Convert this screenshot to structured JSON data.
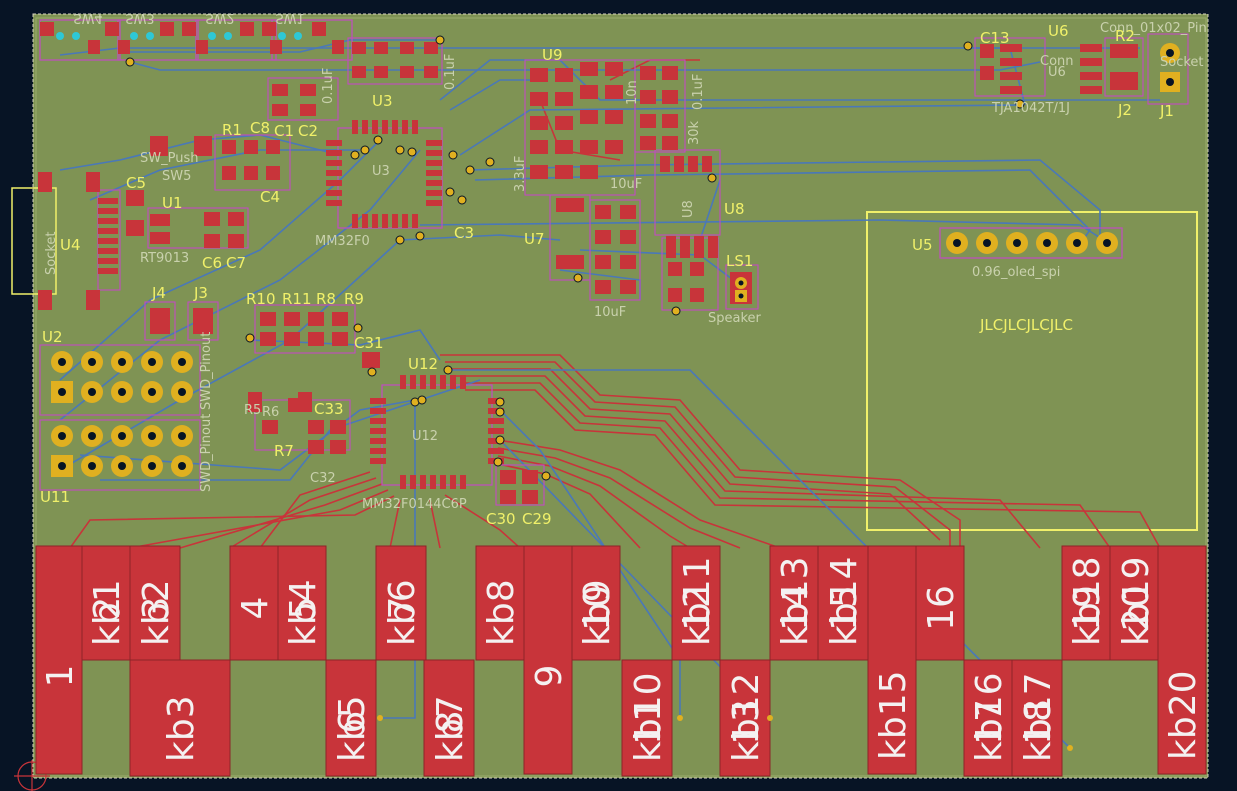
{
  "palette": {
    "background": "#071425",
    "board": "#7f9354",
    "copper_top": "#c8343a",
    "copper_top_dark": "#a82d31",
    "trace_bottom": "#4a78b8",
    "silkscreen_ref": "#f0f06a",
    "silkscreen_val": "#c9d1ad",
    "courtyard": "#c24bc2",
    "pad_ring": "#e0b020",
    "key_text": "#f4f1f1"
  },
  "headers": {
    "sw4": "SW4",
    "sw3": "SW3",
    "sw2": "SW2",
    "sw1": "SW1",
    "conn": "Conn_01x02_Pin"
  },
  "references": {
    "c13": "C13",
    "u6": "U6",
    "r2": "R2",
    "j2": "J2",
    "j1": "J1",
    "u9": "U9",
    "u3_top": "U3",
    "u3_body": "U3",
    "r1": "R1",
    "c8": "C8",
    "c1": "C1",
    "c2": "C2",
    "c4": "C4",
    "c5": "C5",
    "u1": "U1",
    "c6": "C6",
    "c7": "C7",
    "u4": "U4",
    "c3": "C3",
    "u7": "U7",
    "u8_ref": "U8",
    "u8_body": "U8",
    "ls1": "LS1",
    "u5": "U5",
    "j4": "J4",
    "j3": "J3",
    "r10": "R10",
    "r11": "R11",
    "r8": "R8",
    "r9": "R9",
    "c31": "C31",
    "u12_top": "U12",
    "u12_body": "U12",
    "u2": "U2",
    "c33": "C33",
    "r7": "R7",
    "c32": "C32",
    "c30": "C30",
    "c29": "C29",
    "u11": "U11",
    "r5": "R5",
    "r6": "R6"
  },
  "values": {
    "tja": "TJA1042T/1J",
    "conn_mid": "Conn",
    "socket_r": "Socket",
    "sw_push": "SW_Push",
    "sw5": "SW5",
    "rt": "RT9013",
    "socket_l": "Socket",
    "mm32_u3": "MM32F0",
    "mm32_u12": "MM32F0144C6P",
    "oled": "0.96_oled_spi",
    "jlc": "JLCJLCJLCJLC",
    "speaker": "Speaker",
    "cap_01uf_a": "0.1uF",
    "cap_01uf_b": "0.1uF",
    "cap_01uf_c": "0.1uF",
    "cap_10uf_a": "10uF",
    "cap_10uf_b": "10uF",
    "res_30k": "30k",
    "cap_10n": "10n",
    "cap_33uf": "3.3uF",
    "swd_a": "SWD_Pinout",
    "swd_b": "SWD_Pinout"
  },
  "keys": [
    {
      "num": "1",
      "label": ""
    },
    {
      "num": "2",
      "label": "kb1"
    },
    {
      "num": "3",
      "label": "kb2"
    },
    {
      "num": "",
      "label": "kb3"
    },
    {
      "num": "4",
      "label": ""
    },
    {
      "num": "5",
      "label": "kb4"
    },
    {
      "num": "6",
      "label": "kb5"
    },
    {
      "num": "7",
      "label": "kb6"
    },
    {
      "num": "8",
      "label": "kb7"
    },
    {
      "num": "",
      "label": "kb8"
    },
    {
      "num": "9",
      "label": ""
    },
    {
      "num": "10",
      "label": "kb9"
    },
    {
      "num": "11",
      "label": "kb10"
    },
    {
      "num": "12",
      "label": "kb11"
    },
    {
      "num": "13",
      "label": "kb12"
    },
    {
      "num": "14",
      "label": "kb13"
    },
    {
      "num": "15",
      "label": "kb14"
    },
    {
      "num": "",
      "label": "kb15"
    },
    {
      "num": "16",
      "label": ""
    },
    {
      "num": "17",
      "label": "kb16"
    },
    {
      "num": "18",
      "label": "kb17"
    },
    {
      "num": "19",
      "label": "kb18"
    },
    {
      "num": "20",
      "label": "kb19"
    },
    {
      "num": "",
      "label": "kb20"
    }
  ]
}
